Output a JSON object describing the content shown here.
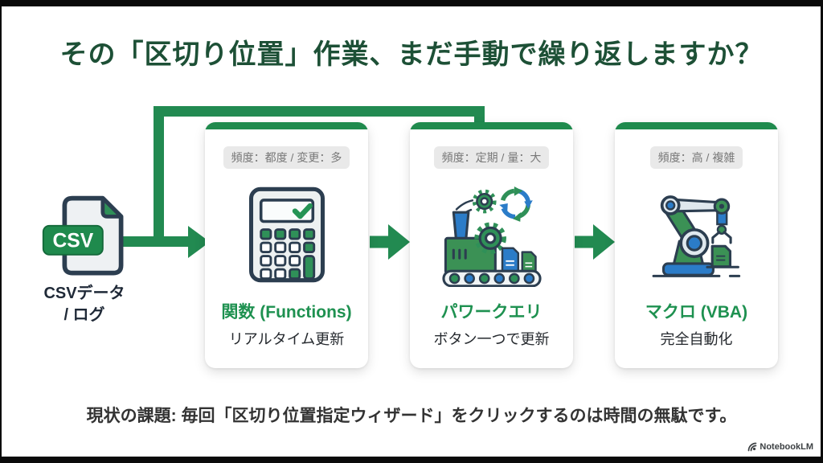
{
  "page": {
    "title": "その「区切り位置」作業、まだ手動で繰り返しますか？",
    "footer_note": "現状の課題: 毎回「区切り位置指定ウィザード」をクリックするのは時間の無駄です。",
    "watermark": "NotebookLM"
  },
  "source": {
    "file_type": "CSV",
    "label_line1": "CSVデータ",
    "label_line2": "/ ログ"
  },
  "cards": [
    {
      "badge": "頻度：都度 / 変更：多",
      "icon": "calculator-icon",
      "title": "関数 (Functions)",
      "subtitle": "リアルタイム更新"
    },
    {
      "badge": "頻度：定期 / 量：大",
      "icon": "factory-automation-icon",
      "title": "パワークエリ",
      "subtitle": "ボタン一つで更新"
    },
    {
      "badge": "頻度：高 / 複雑",
      "icon": "robot-arm-icon",
      "title": "マクロ (VBA)",
      "subtitle": "完全自動化"
    }
  ],
  "colors": {
    "primary_green": "#228a51",
    "card_bar_green": "#1f8a4d",
    "title_dark_green": "#1d5036",
    "card_title_green": "#1e9150",
    "icon_green": "#3b9155",
    "icon_blue": "#2b7cc8",
    "outline_navy": "#2c3e50",
    "badge_bg": "#e9e9e9",
    "badge_text": "#787878",
    "body_text": "#333333"
  }
}
